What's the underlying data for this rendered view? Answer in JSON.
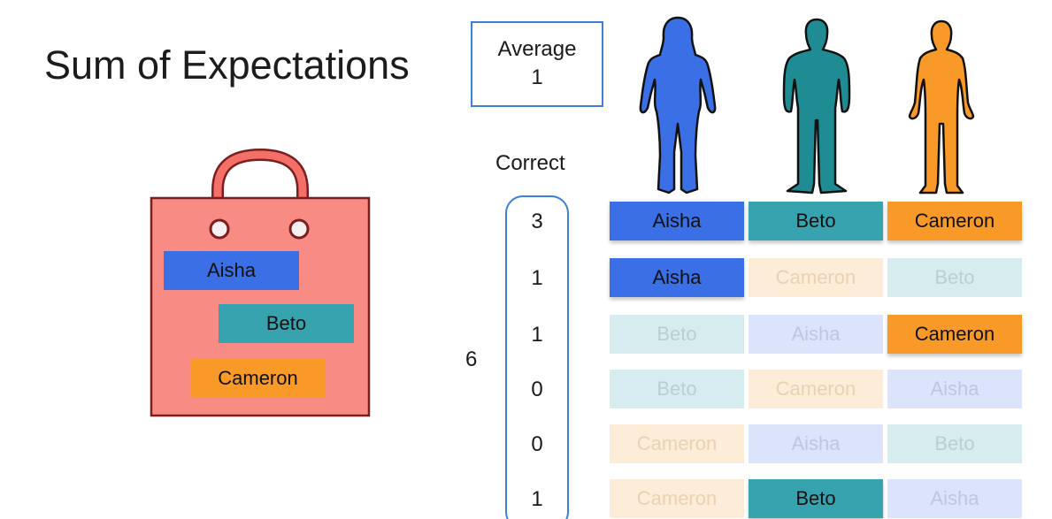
{
  "title": "Sum of Expectations",
  "average": {
    "label": "Average",
    "value": "1"
  },
  "correct_label": "Correct",
  "total": "6",
  "people": [
    {
      "name": "Aisha",
      "color": "#3a6fe6"
    },
    {
      "name": "Beto",
      "color": "#37a3ae"
    },
    {
      "name": "Cameron",
      "color": "#f99a28"
    }
  ],
  "bag": {
    "color": "#f88b84",
    "tags": [
      "Aisha",
      "Beto",
      "Cameron"
    ]
  },
  "rows": [
    {
      "correct": "3",
      "cells": [
        "Aisha",
        "Beto",
        "Cameron"
      ]
    },
    {
      "correct": "1",
      "cells": [
        "Aisha",
        "Cameron",
        "Beto"
      ]
    },
    {
      "correct": "1",
      "cells": [
        "Beto",
        "Aisha",
        "Cameron"
      ]
    },
    {
      "correct": "0",
      "cells": [
        "Beto",
        "Cameron",
        "Aisha"
      ]
    },
    {
      "correct": "0",
      "cells": [
        "Cameron",
        "Aisha",
        "Beto"
      ]
    },
    {
      "correct": "1",
      "cells": [
        "Cameron",
        "Beto",
        "Aisha"
      ]
    }
  ]
}
